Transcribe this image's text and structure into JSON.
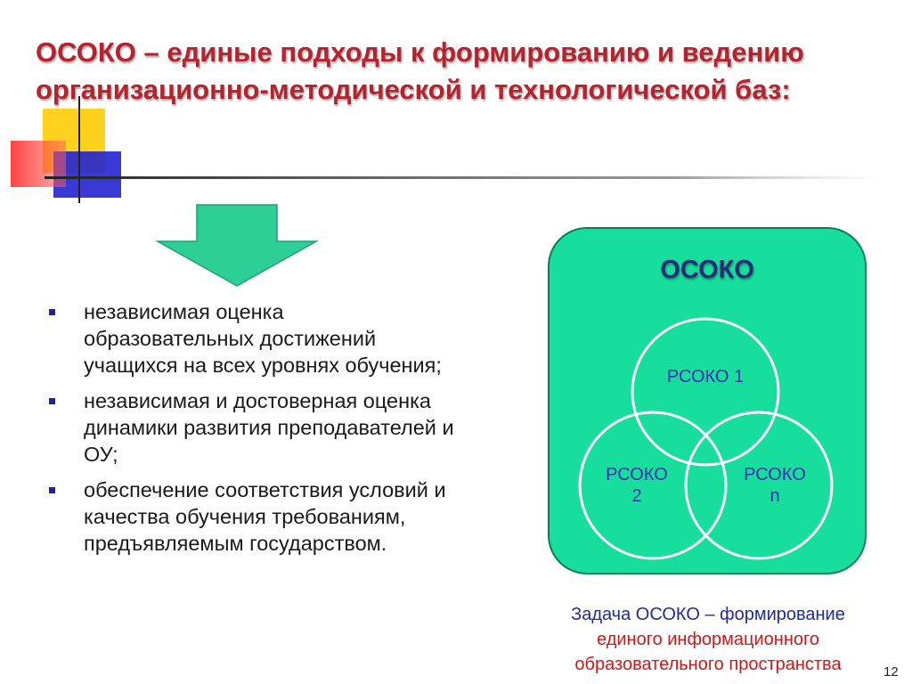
{
  "title": {
    "line1": "ОСОКО – единые подходы к формированию и ведению",
    "line2": "организационно-методической и технологической баз:"
  },
  "bullets": [
    {
      "text": "независимая оценка образовательных достижений учащихся на всех уровнях обучения;"
    },
    {
      "text": "независимая и достоверная оценка динамики развития преподавателей и ОУ;"
    },
    {
      "text": "обеспечение соответствия условий и качества обучения требованиям, предъявляемым государством."
    }
  ],
  "diagram": {
    "box_title": "ОСОКО",
    "circles": [
      {
        "line1": "РСОКО 1",
        "line2": ""
      },
      {
        "line1": "РСОКО",
        "line2": "2"
      },
      {
        "line1": "РСОКО",
        "line2": "n"
      }
    ],
    "colors": {
      "box": "#17de9c",
      "circle_stroke": "#ffffff",
      "label": "#2d2db0"
    }
  },
  "caption": {
    "part1": "Задача ОСОКО – формирование",
    "part2": "единого информационного",
    "part3": "образовательного пространства"
  },
  "page_number": "12",
  "colors": {
    "title": "#b5232e",
    "arrow": "#2ecf97",
    "bullet": "#2020a0"
  }
}
